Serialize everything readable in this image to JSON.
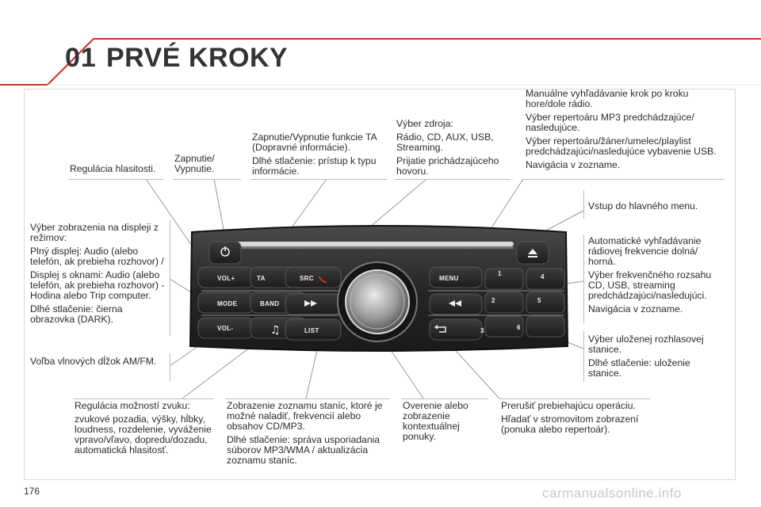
{
  "header": {
    "number": "01",
    "title": "PRVÉ KROKY"
  },
  "page_number": "176",
  "watermark": "carmanualsonline.info",
  "labels": {
    "volume": [
      "Regulácia hlasitosti."
    ],
    "power": [
      "Zapnutie/",
      "Vypnutie."
    ],
    "ta": [
      "Zapnutie/Vypnutie funkcie TA (Dopravné informácie).",
      "Dlhé stlačenie: prístup k typu informácie."
    ],
    "source": [
      "Výber zdroja:",
      "Rádio, CD, AUX, USB, Streaming.",
      "Prijatie prichádzajúceho hovoru."
    ],
    "manual_search": [
      "Manuálne vyhľadávanie krok po kroku hore/dole rádio.",
      "Výber repertoáru MP3 predchádzajúce/ nasledujúce.",
      "Výber repertoáru/žáner/umelec/playlist predchádzajúci/nasledujúce vybavenie USB.",
      "Navigácia v zozname."
    ],
    "menu": [
      "Vstup do hlavného menu."
    ],
    "auto_search": [
      "Automatické vyhľadávanie rádiovej frekvencie dolná/ horná.",
      "Výber frekvenčného rozsahu CD, USB, streaming predchádzajúci/nasledujúci.",
      "Navigácia v zozname."
    ],
    "mode": [
      "Výber zobrazenia na displeji z režimov:",
      "Plný displej: Audio (alebo telefón, ak prebieha rozhovor) /",
      "Displej s oknami: Audio (alebo telefón, ak prebieha rozhovor) - Hodina alebo Trip computer.",
      "Dlhé stlačenie: čierna obrazovka (DARK)."
    ],
    "stored": [
      "Výber uloženej rozhlasovej stanice.",
      "Dlhé stlačenie: uloženie stanice."
    ],
    "band": [
      "Voľba vlnových dĺžok AM/FM."
    ],
    "sound": [
      "Regulácia možností zvuku:",
      "zvukové pozadia, výšky, hĺbky, loudness, rozdelenie, vyváženie vpravo/vľavo, dopredu/dozadu, automatická hlasitosť."
    ],
    "list": [
      "Zobrazenie zoznamu staníc, ktoré je možné naladiť, frekvencií alebo obsahov CD/MP3.",
      "Dlhé stlačenie: správa usporiadania súborov MP3/WMA / aktualizácia zoznamu staníc."
    ],
    "context": [
      "Overenie alebo zobrazenie kontextuálnej ponuky."
    ],
    "back": [
      "Prerušiť prebiehajúcu operáciu.",
      "Hľadať v stromovitom zobrazení (ponuka alebo repertoár)."
    ]
  },
  "radio_buttons": {
    "vol_plus": "VOL+",
    "ta": "TA",
    "src": "SRC",
    "menu": "MENU",
    "mode": "MODE",
    "band": "BAND",
    "vol_minus": "VOL-",
    "list": "LIST",
    "p1": "1",
    "p2": "2",
    "p3": "3",
    "p4": "4",
    "p5": "5",
    "p6": "6"
  },
  "colors": {
    "accent": "#cf2f2f",
    "panel": "#2a2a2a"
  }
}
